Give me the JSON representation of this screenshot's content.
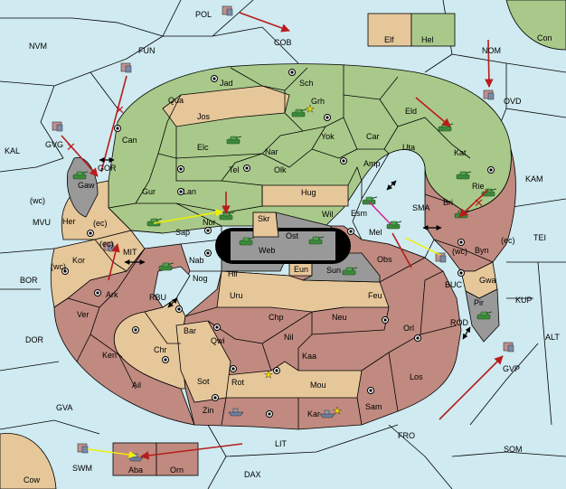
{
  "map": {
    "sea_labels": {
      "POL": "POL",
      "COB": "COB",
      "NVM": "NVM",
      "FUN": "FUN",
      "NOM": "NOM",
      "OVD": "OVD",
      "KAL": "KAL",
      "GVG": "GVG",
      "GOR": "GOR",
      "KAM": "KAM",
      "MVU": "MVU",
      "SMA": "SMA",
      "TEI": "TEI",
      "MIT": "MIT",
      "BOR": "BOR",
      "RBU": "RBU",
      "BUC": "BUC",
      "KUP": "KUP",
      "DOR": "DOR",
      "ROD": "ROD",
      "ALT": "ALT",
      "GVP": "GVP",
      "GVA": "GVA",
      "FRO": "FRO",
      "SOM": "SOM",
      "LIT": "LIT",
      "SWM": "SWM",
      "DAX": "DAX"
    },
    "territories": {
      "Jad": "Jad",
      "Sch": "Sch",
      "Qua": "Qua",
      "Jos": "Jos",
      "Grh": "Grh",
      "Eld": "Eld",
      "Can": "Can",
      "Yok": "Yok",
      "Car": "Car",
      "Uta": "Uta",
      "Kat": "Kat",
      "Elc": "Elc",
      "Nar": "Nar",
      "Tel": "Tel",
      "Olk": "Olk",
      "Amp": "Amp",
      "Gaw": "Gaw",
      "Gur": "Gur",
      "Lan": "Lan",
      "Hug": "Hug",
      "Rie": "Rie",
      "Bri": "Bri",
      "Her": "Her",
      "Sap": "Sap",
      "Nor": "Nor",
      "Skr": "Skr",
      "Wil": "Wil",
      "Esm": "Esm",
      "Ost": "Ost",
      "Web": "Web",
      "Mel": "Mel",
      "Byn": "Byn",
      "Kor": "Kor",
      "Nab": "Nab",
      "Eun": "Eun",
      "Obs": "Obs",
      "Hil": "Hil",
      "Sun": "Sun",
      "Gwa": "Gwa",
      "Nog": "Nog",
      "Ark": "Ark",
      "Uru": "Uru",
      "Feu": "Feu",
      "Pir": "Pir",
      "Ver": "Ver",
      "Chp": "Chp",
      "Neu": "Neu",
      "Bar": "Bar",
      "Orl": "Orl",
      "Qwi": "Qwi",
      "Nil": "Nil",
      "Ken": "Ken",
      "Chr": "Chr",
      "Kaa": "Kaa",
      "Ail": "Ail",
      "Sot": "Sot",
      "Rot": "Rot",
      "Mou": "Mou",
      "Los": "Los",
      "Zin": "Zin",
      "Kar": "Kar",
      "Sam": "Sam",
      "Aba": "Aba",
      "Orn": "Orn",
      "Cow": "Cow",
      "Elf": "Elf",
      "Hel": "Hel",
      "Con": "Con"
    },
    "coast_markers": {
      "wc_ver": "(wc)",
      "ec_her": "(ec)",
      "ec_mit": "(ec)",
      "wc_kor": "(wc)",
      "wc_byn": "(wc)",
      "ec_byn": "(ec)"
    },
    "colors": {
      "sea": "#cfeaf0",
      "green_power": "#a9c98a",
      "tan_power": "#e6c79a",
      "red_power": "#c08a80",
      "grey_power": "#999999",
      "order_arrow": "#b81c1c",
      "support_line": "#f0f000",
      "convoy_line": "#d02090",
      "army_icon": "#3d8a3d",
      "supply_center": "#000000"
    },
    "icons": [
      "army-icon",
      "fleet-icon",
      "supply-center-icon",
      "star-icon",
      "order-arrow-icon",
      "bidirectional-arrow-icon"
    ]
  }
}
